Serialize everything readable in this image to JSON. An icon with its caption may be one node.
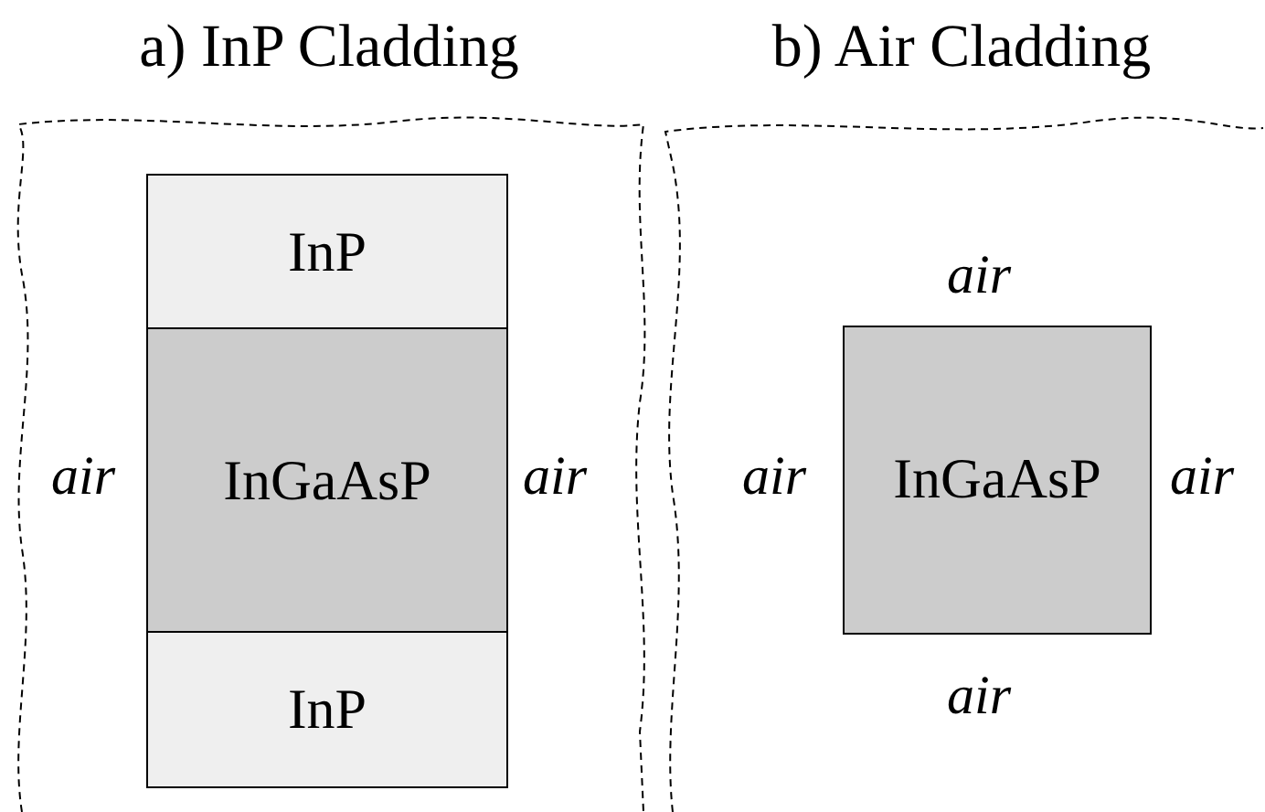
{
  "diagram": {
    "nodes": [
      {
        "text": [
          "a) InP Cladding"
        ]
      },
      {
        "text": [
          "InP"
        ],
        "in": 0
      },
      {
        "text": [
          "InGaAsP"
        ],
        "in": 0
      },
      {
        "text": [
          "InP"
        ],
        "in": 0
      },
      {
        "text": [
          "b) Air Cladding"
        ]
      },
      {
        "text": [
          "InGaAsP"
        ],
        "in": 4
      }
    ],
    "edges": [],
    "labels": [
      "air",
      "air",
      "air",
      "air",
      "air",
      "air"
    ]
  }
}
